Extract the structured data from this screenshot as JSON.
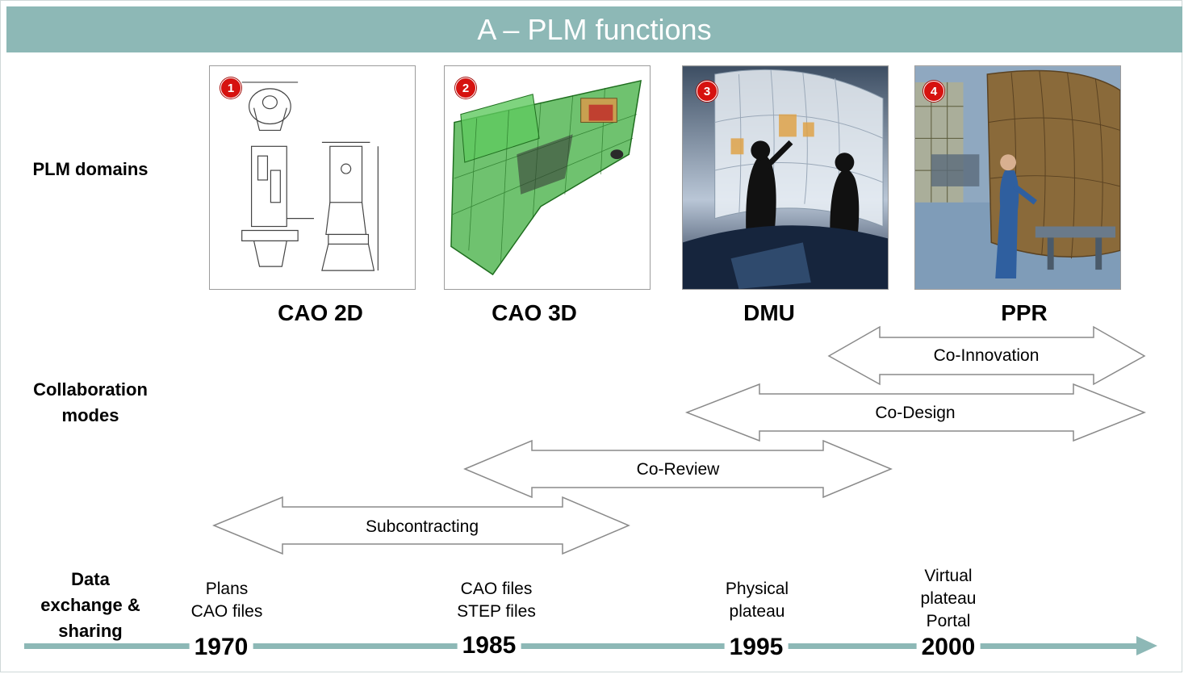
{
  "title": "A – PLM functions",
  "row_labels": {
    "domains": "PLM domains",
    "collaboration_line1": "Collaboration",
    "collaboration_line2": "modes",
    "exchange_line1": "Data",
    "exchange_line2": "exchange &",
    "exchange_line3": "sharing"
  },
  "domains": [
    {
      "number": "1",
      "name": "CAO 2D",
      "icon": "technical-drawing"
    },
    {
      "number": "2",
      "name": "CAO 3D",
      "icon": "3d-ship-model"
    },
    {
      "number": "3",
      "name": "DMU",
      "icon": "virtual-review-room"
    },
    {
      "number": "4",
      "name": "PPR",
      "icon": "factory-assembly"
    }
  ],
  "collaboration_modes": [
    {
      "label": "Co-Innovation"
    },
    {
      "label": "Co-Design"
    },
    {
      "label": "Co-Review"
    },
    {
      "label": "Subcontracting"
    }
  ],
  "exchange_items": [
    {
      "lines": [
        "Plans",
        "CAO files"
      ]
    },
    {
      "lines": [
        "CAO files",
        "STEP files"
      ]
    },
    {
      "lines": [
        "Physical",
        "plateau"
      ]
    },
    {
      "lines": [
        "Virtual",
        "plateau",
        "Portal"
      ]
    }
  ],
  "years": [
    "1970",
    "1985",
    "1995",
    "2000"
  ],
  "colors": {
    "title_bar": "#8db8b6",
    "timeline": "#8db8b6",
    "badge": "#d6120f",
    "arrow_stroke": "#8a8a8a",
    "ship_green": "#3fae3f"
  }
}
